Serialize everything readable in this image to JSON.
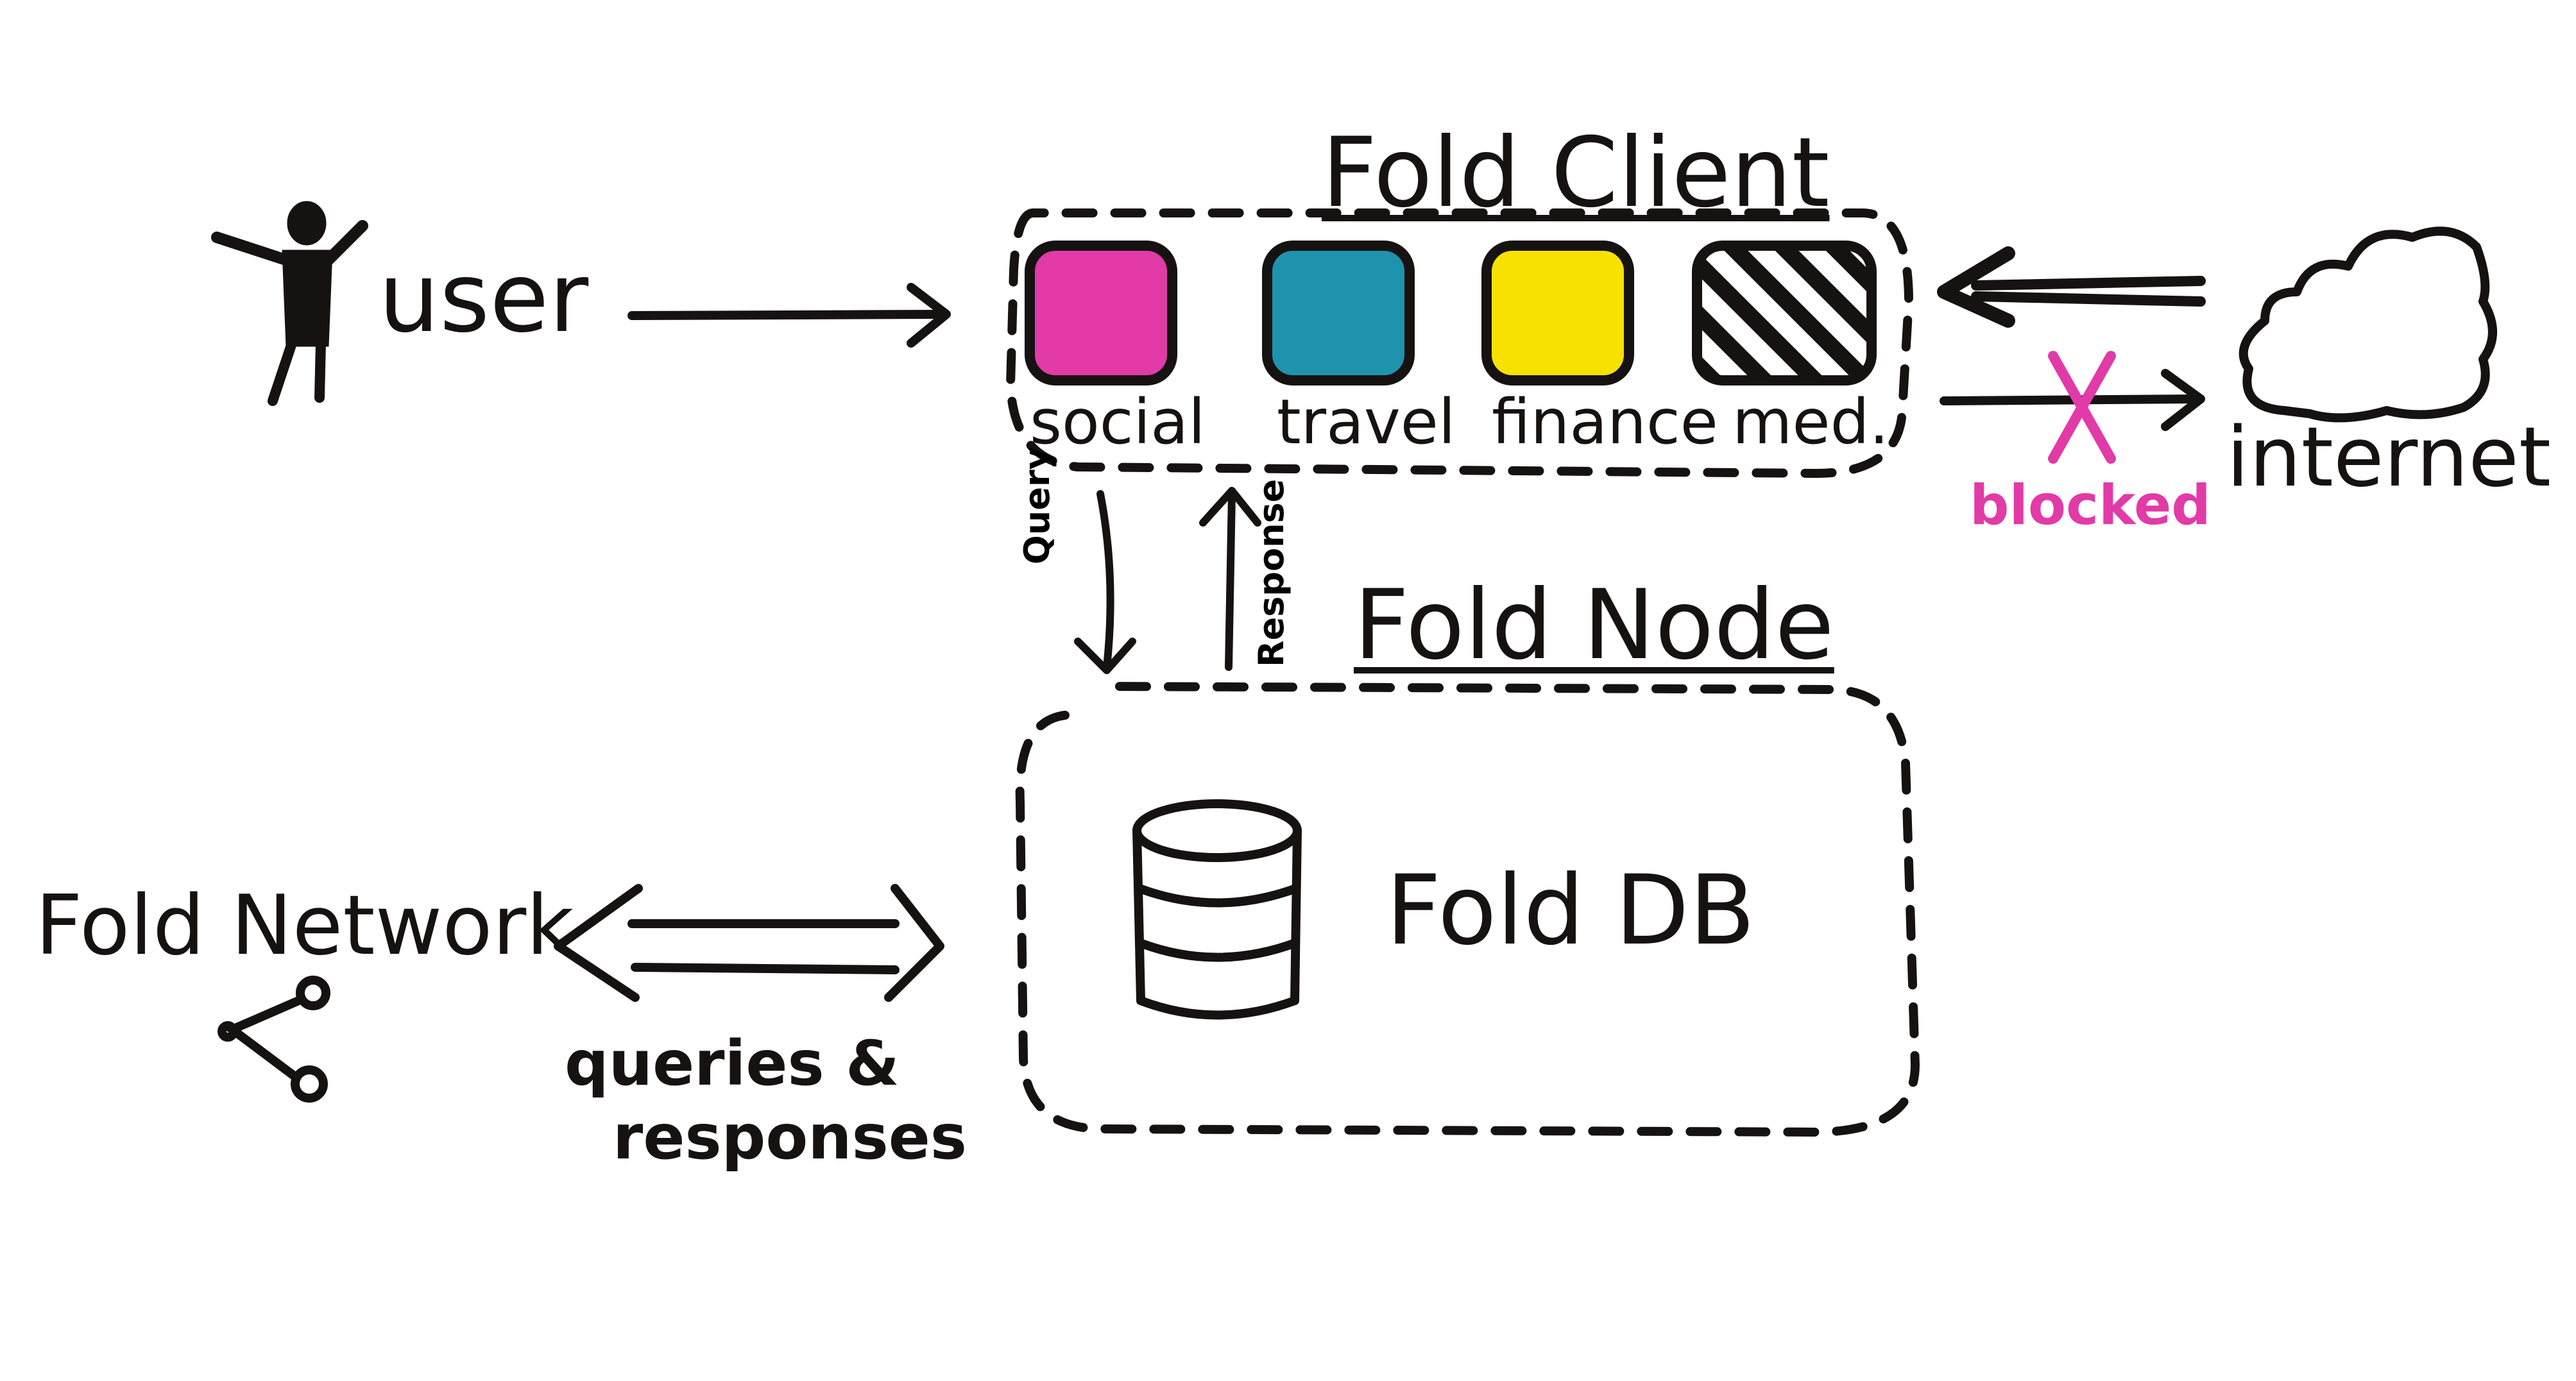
{
  "labels": {
    "fold_client": "Fold Client",
    "fold_node": "Fold Node",
    "user": "user",
    "internet": "internet",
    "blocked": "blocked",
    "fold_db": "Fold DB",
    "fold_network": "Fold Network",
    "queries_line1": "queries &",
    "queries_line2": "responses",
    "query": "Query",
    "response": "Response"
  },
  "tiles": [
    {
      "label": "social",
      "color": "#e23aa6"
    },
    {
      "label": "travel",
      "color": "#1e93ad"
    },
    {
      "label": "finance",
      "color": "#f6e100"
    },
    {
      "label": "med.",
      "color": "hatched"
    }
  ],
  "colors": {
    "ink": "#161212",
    "magenta": "#e23aa6"
  }
}
